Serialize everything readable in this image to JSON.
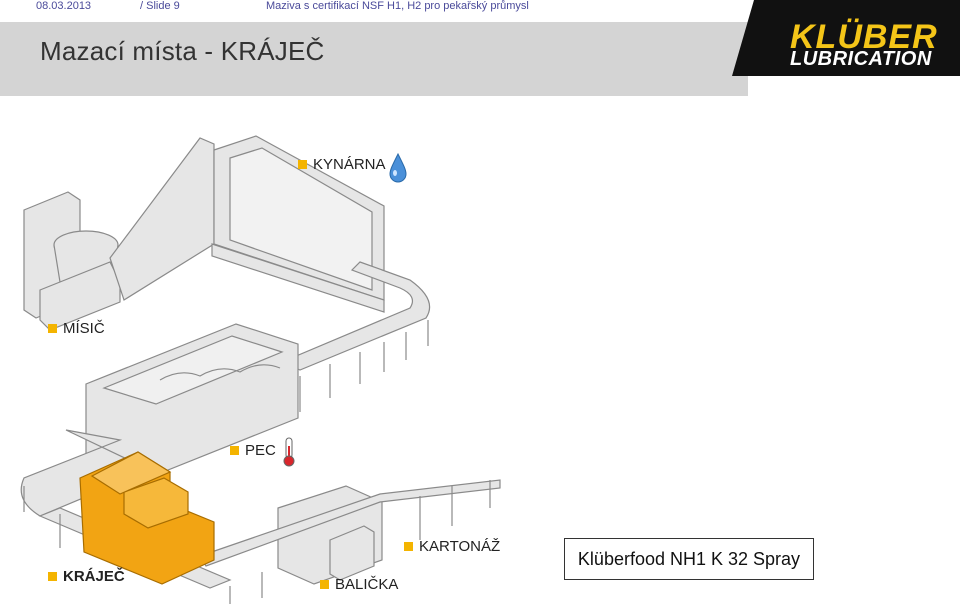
{
  "header": {
    "date": "08.03.2013",
    "slide": "/ Slide 9",
    "subtitle": "Maziva s certifikací NSF H1, H2 pro pekařský průmysl",
    "title": "Mazací místa - KRÁJEČ"
  },
  "logo": {
    "line1": "KLÜBER",
    "line2": "LUBRICATION"
  },
  "labels": {
    "kynarna": "KYNÁRNA",
    "misic": "MÍSIČ",
    "pec": "PEC",
    "krajec": "KRÁJEČ",
    "balicka": "BALIČKA",
    "kartonaz": "KARTONÁŽ"
  },
  "product": "Klüberfood NH1 K 32 Spray",
  "colors": {
    "accent": "#f4b400",
    "highlight": "#f2a413",
    "machine": "#e8e8e8",
    "outline": "#8a8a8a"
  },
  "icons": {
    "water_drop": "water-drop-icon",
    "thermometer": "thermometer-icon"
  }
}
